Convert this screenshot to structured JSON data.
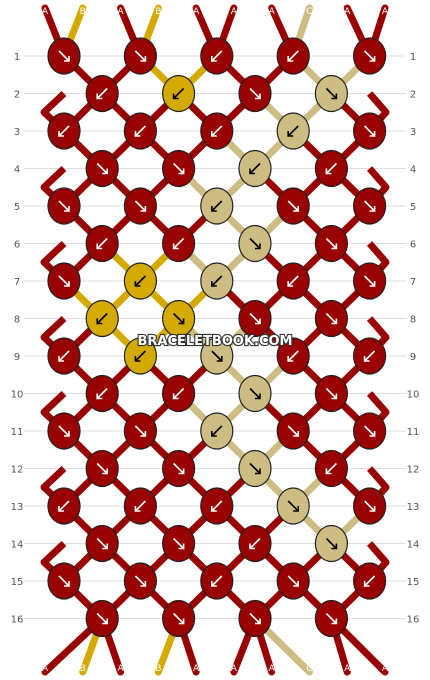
{
  "watermark": "BRACELETBOOK.COM",
  "colors": {
    "A": "#990000",
    "B": "#d4aa00",
    "C": "#cdbd83"
  },
  "strands_top": [
    "A",
    "B",
    "A",
    "B",
    "A",
    "A",
    "A",
    "C",
    "A",
    "A"
  ],
  "strands_bottom": [
    "A",
    "B",
    "A",
    "B",
    "A",
    "A",
    "A",
    "C",
    "A",
    "A"
  ],
  "row_numbers": [
    "1",
    "2",
    "3",
    "4",
    "5",
    "6",
    "7",
    "8",
    "9",
    "10",
    "11",
    "12",
    "13",
    "14",
    "15",
    "16"
  ],
  "knot_rows": [
    [
      [
        "A",
        "se"
      ],
      [
        "A",
        "se"
      ],
      [
        "A",
        "sw"
      ],
      [
        "A",
        "sw"
      ],
      [
        "A",
        "se"
      ]
    ],
    [
      [
        "A",
        "sw"
      ],
      [
        "B",
        "sw"
      ],
      [
        "A",
        "se"
      ],
      [
        "C",
        "se"
      ]
    ],
    [
      [
        "A",
        "sw"
      ],
      [
        "A",
        "sw"
      ],
      [
        "A",
        "sw"
      ],
      [
        "C",
        "sw"
      ],
      [
        "A",
        "se"
      ]
    ],
    [
      [
        "A",
        "se"
      ],
      [
        "A",
        "se"
      ],
      [
        "C",
        "sw"
      ],
      [
        "A",
        "sw"
      ]
    ],
    [
      [
        "A",
        "se"
      ],
      [
        "A",
        "se"
      ],
      [
        "C",
        "sw"
      ],
      [
        "A",
        "se"
      ],
      [
        "A",
        "se"
      ]
    ],
    [
      [
        "A",
        "sw"
      ],
      [
        "A",
        "sw"
      ],
      [
        "C",
        "se"
      ],
      [
        "A",
        "se"
      ]
    ],
    [
      [
        "A",
        "se"
      ],
      [
        "B",
        "sw"
      ],
      [
        "C",
        "sw"
      ],
      [
        "A",
        "sw"
      ],
      [
        "A",
        "se"
      ]
    ],
    [
      [
        "B",
        "sw"
      ],
      [
        "B",
        "se"
      ],
      [
        "A",
        "se"
      ],
      [
        "A",
        "se"
      ]
    ],
    [
      [
        "A",
        "sw"
      ],
      [
        "B",
        "sw"
      ],
      [
        "C",
        "se"
      ],
      [
        "A",
        "sw"
      ],
      [
        "A",
        "sw"
      ]
    ],
    [
      [
        "A",
        "sw"
      ],
      [
        "A",
        "sw"
      ],
      [
        "C",
        "se"
      ],
      [
        "A",
        "se"
      ]
    ],
    [
      [
        "A",
        "se"
      ],
      [
        "A",
        "se"
      ],
      [
        "C",
        "sw"
      ],
      [
        "A",
        "se"
      ],
      [
        "A",
        "se"
      ]
    ],
    [
      [
        "A",
        "se"
      ],
      [
        "A",
        "se"
      ],
      [
        "C",
        "se"
      ],
      [
        "A",
        "sw"
      ]
    ],
    [
      [
        "A",
        "sw"
      ],
      [
        "A",
        "sw"
      ],
      [
        "A",
        "sw"
      ],
      [
        "C",
        "se"
      ],
      [
        "A",
        "se"
      ]
    ],
    [
      [
        "A",
        "se"
      ],
      [
        "A",
        "se"
      ],
      [
        "A",
        "sw"
      ],
      [
        "C",
        "se"
      ]
    ],
    [
      [
        "A",
        "se"
      ],
      [
        "A",
        "se"
      ],
      [
        "A",
        "sw"
      ],
      [
        "A",
        "se"
      ],
      [
        "A",
        "sw"
      ]
    ],
    [
      [
        "A",
        "se"
      ],
      [
        "A",
        "se"
      ],
      [
        "A",
        "se"
      ],
      [
        "A",
        "se"
      ]
    ]
  ]
}
